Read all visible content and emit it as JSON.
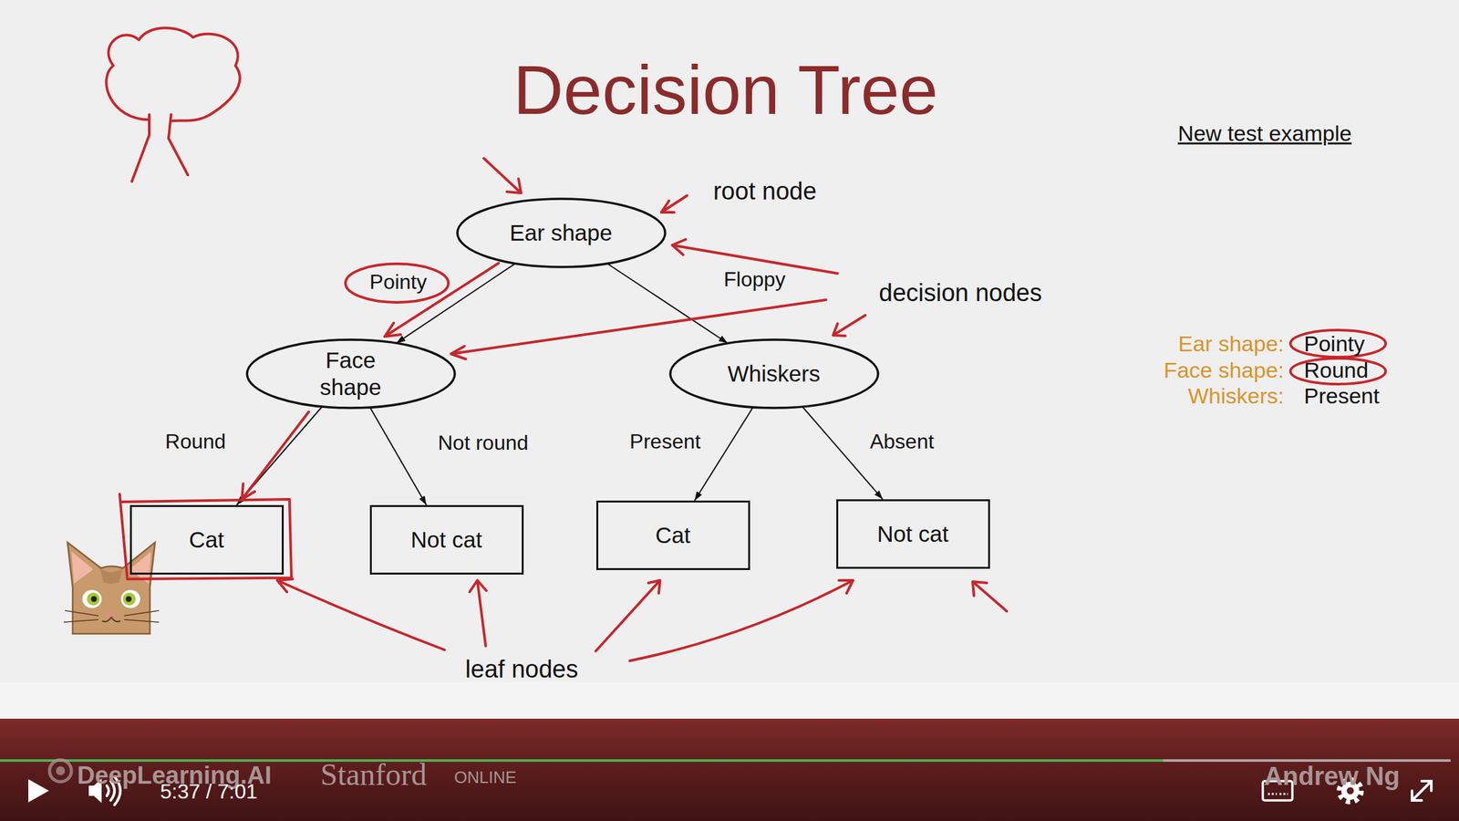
{
  "diagram": {
    "title": "Decision Tree",
    "nodes": [
      {
        "text": [
          "Ear shape"
        ]
      },
      {
        "text": [
          "Face shape"
        ]
      },
      {
        "text": [
          "Whiskers"
        ]
      },
      {
        "text": [
          "Cat"
        ]
      },
      {
        "text": [
          "Not cat"
        ]
      },
      {
        "text": [
          "Cat"
        ]
      },
      {
        "text": [
          "Not cat"
        ]
      }
    ],
    "edges": [
      {
        "from": 0,
        "to": 1,
        "arrow": "to",
        "label": "Pointy"
      },
      {
        "from": 0,
        "to": 2,
        "arrow": "to",
        "label": "Floppy"
      },
      {
        "from": 1,
        "to": 3,
        "arrow": "to",
        "label": "Round"
      },
      {
        "from": 1,
        "to": 4,
        "arrow": "to",
        "label": "Not round"
      },
      {
        "from": 2,
        "to": 5,
        "arrow": "to",
        "label": "Present"
      },
      {
        "from": 2,
        "to": 6,
        "arrow": "to",
        "label": "Absent"
      }
    ],
    "labels": [
      "root node",
      "decision nodes",
      "leaf nodes",
      "New test example",
      "Ear shape:",
      "Pointy",
      "Face shape:",
      "Round",
      "Whiskers:",
      "Present",
      "DeepLearning.AI",
      "Stanford",
      "ONLINE",
      "5:37 / 7:01",
      "Andrew Ng"
    ]
  }
}
